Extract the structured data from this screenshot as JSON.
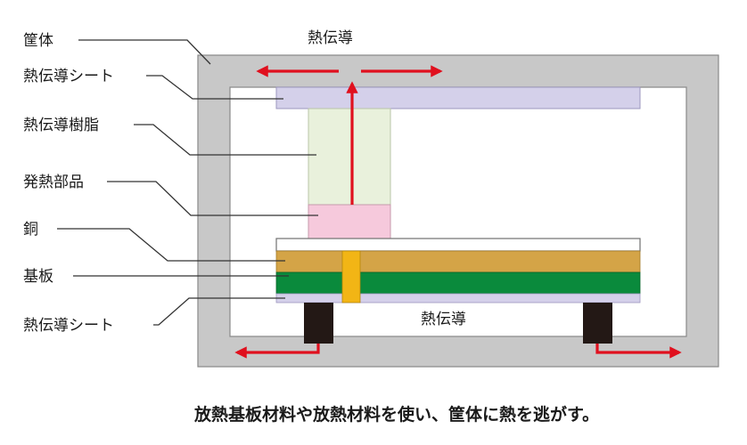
{
  "labels": {
    "casing": "筐体",
    "sheet_top": "熱伝導シート",
    "resin": "熱伝導樹脂",
    "component": "発熱部品",
    "copper": "銅",
    "board": "基板",
    "sheet_bottom": "熱伝導シート"
  },
  "annotations": {
    "top_flow": "熱伝導",
    "bottom_flow": "熱伝導"
  },
  "caption": "放熱基板材料や放熱材料を使い、筐体に熱を逃がす。",
  "colors": {
    "casing": "#c8c8c8",
    "sheet": "#d4d0ea",
    "resin": "#e9f1dc",
    "component": "#f6c9dc",
    "copper": "#d4a447",
    "board": "#0a8a3c",
    "via": "#f2b515",
    "arrow": "#e0101e",
    "foot": "#231815"
  }
}
